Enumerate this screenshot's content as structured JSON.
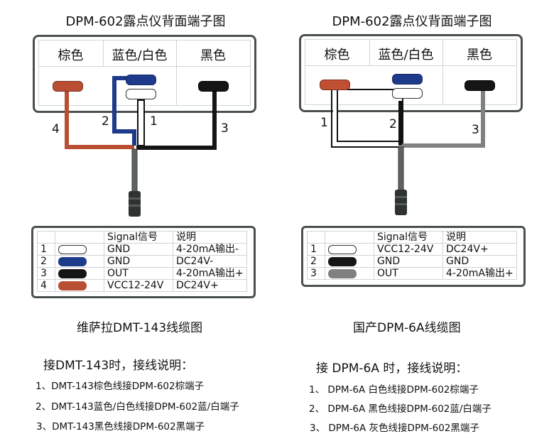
{
  "colors": {
    "brown": "#b94e32",
    "blue": "#1e3a8a",
    "white": "#ffffff",
    "black": "#151515",
    "gray": "#808080",
    "frame": "#4a4f4f",
    "grid": "#cfd3da"
  },
  "left": {
    "panel_title": "DPM-602露点仪背面端子图",
    "columns": [
      "棕色",
      "蓝色/白色",
      "黑色"
    ],
    "wire_numbers": [
      "4",
      "2",
      "1",
      "3"
    ],
    "table": {
      "headers": [
        "",
        "",
        "Signal信号",
        "说明"
      ],
      "rows": [
        {
          "num": "1",
          "color": "white",
          "signal": "GND",
          "desc": "4-20mA输出-"
        },
        {
          "num": "2",
          "color": "blue",
          "signal": "GND",
          "desc": "DC24V-"
        },
        {
          "num": "3",
          "color": "black",
          "signal": "OUT",
          "desc": "4-20mA输出+"
        },
        {
          "num": "4",
          "color": "brown",
          "signal": "VCC12-24V",
          "desc": "DC24V+"
        }
      ]
    },
    "cable_title": "维萨拉DMT-143线缆图",
    "instructions_heading": "接DMT-143时，接线说明：",
    "instructions": [
      "1、DMT-143棕色线接DPM-602棕端子",
      "2、DMT-143蓝色/白色线接DPM-602蓝/白端子",
      "3、DMT-143黑色线接DPM-602黑端子"
    ]
  },
  "right": {
    "panel_title": "DPM-602露点仪背面端子图",
    "columns": [
      "棕色",
      "蓝色/白色",
      "黑色"
    ],
    "wire_numbers": [
      "1",
      "2",
      "3"
    ],
    "table": {
      "headers": [
        "",
        "",
        "Signal信号",
        "说明"
      ],
      "rows": [
        {
          "num": "1",
          "color": "white",
          "signal": "VCC12-24V",
          "desc": "DC24V+"
        },
        {
          "num": "2",
          "color": "black",
          "signal": "GND",
          "desc": "GND"
        },
        {
          "num": "3",
          "color": "gray",
          "signal": "OUT",
          "desc": "4-20mA输出+"
        }
      ]
    },
    "cable_title": "国产DPM-6A线缆图",
    "instructions_heading": "接 DPM-6A 时，接线说明：",
    "instructions": [
      "1、 DPM-6A 白色线接DPM-602棕端子",
      "2、 DPM-6A 黑色线接DPM-602蓝/白端子",
      "3、 DPM-6A 灰色线接DPM-602黑端子"
    ]
  }
}
